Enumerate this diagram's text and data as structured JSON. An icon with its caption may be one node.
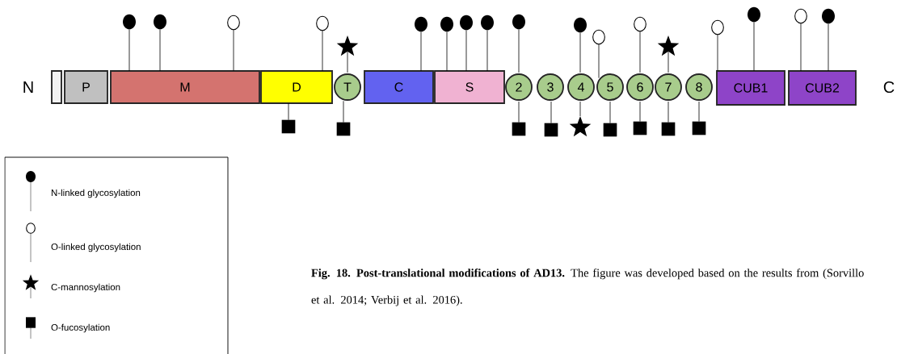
{
  "diagram": {
    "caption": "**Fig. 18. Post-translational modifications of AD13.** The figure was developed based on the results from (Sorvillo et al. 2014; Verbij et al. 2016).",
    "nodes": [
      {
        "text": [],
        "shape": "box"
      },
      {
        "text": [
          "P"
        ]
      },
      {
        "text": [
          "M"
        ]
      },
      {
        "text": [
          "D"
        ]
      },
      {
        "text": [
          "T"
        ]
      },
      {
        "text": [
          "C"
        ]
      },
      {
        "text": [
          "S"
        ]
      },
      {
        "text": [
          "2"
        ]
      },
      {
        "text": [
          "3"
        ]
      },
      {
        "text": [
          "4"
        ]
      },
      {
        "text": [
          "5"
        ]
      },
      {
        "text": [
          "6"
        ]
      },
      {
        "text": [
          "7"
        ]
      },
      {
        "text": [
          "8"
        ]
      },
      {
        "text": [
          "CUB1"
        ]
      },
      {
        "text": [
          "CUB2"
        ]
      },
      {
        "text": [],
        "shape": "dot"
      },
      {
        "text": [],
        "shape": "dot"
      },
      {
        "text": [],
        "shape": "circle"
      },
      {
        "text": [],
        "shape": "circle"
      },
      {
        "text": [],
        "shape": "star"
      },
      {
        "text": [],
        "shape": "dot"
      },
      {
        "text": [],
        "shape": "dot"
      },
      {
        "text": [],
        "shape": "dot"
      },
      {
        "text": [],
        "shape": "dot"
      },
      {
        "text": [],
        "shape": "dot"
      },
      {
        "text": [],
        "shape": "dot"
      },
      {
        "text": [],
        "shape": "circle"
      },
      {
        "text": [],
        "shape": "circle"
      },
      {
        "text": [],
        "shape": "star"
      },
      {
        "text": [],
        "shape": "circle"
      },
      {
        "text": [],
        "shape": "dot"
      },
      {
        "text": [],
        "shape": "circle"
      },
      {
        "text": [],
        "shape": "dot"
      },
      {
        "text": [],
        "shape": "square"
      },
      {
        "text": [],
        "shape": "square"
      },
      {
        "text": [],
        "shape": "square"
      },
      {
        "text": [],
        "shape": "square"
      },
      {
        "text": [],
        "shape": "star"
      },
      {
        "text": [],
        "shape": "square"
      },
      {
        "text": [],
        "shape": "square"
      },
      {
        "text": [],
        "shape": "square"
      },
      {
        "text": [],
        "shape": "square"
      }
    ],
    "edges": [
      {
        "from": 16,
        "to": 2,
        "arrow": "none"
      },
      {
        "from": 17,
        "to": 2,
        "arrow": "none"
      },
      {
        "from": 18,
        "to": 2,
        "arrow": "none"
      },
      {
        "from": 19,
        "to": 3,
        "arrow": "none"
      },
      {
        "from": 20,
        "to": 4,
        "arrow": "none"
      },
      {
        "from": 21,
        "to": 5,
        "arrow": "none"
      },
      {
        "from": 22,
        "to": 6,
        "arrow": "none"
      },
      {
        "from": 23,
        "to": 6,
        "arrow": "none"
      },
      {
        "from": 24,
        "to": 6,
        "arrow": "none"
      },
      {
        "from": 25,
        "to": 7,
        "arrow": "none"
      },
      {
        "from": 26,
        "to": 9,
        "arrow": "none"
      },
      {
        "from": 27,
        "to": 10,
        "arrow": "none"
      },
      {
        "from": 28,
        "to": 11,
        "arrow": "none"
      },
      {
        "from": 29,
        "to": 12,
        "arrow": "none"
      },
      {
        "from": 30,
        "to": 14,
        "arrow": "none"
      },
      {
        "from": 31,
        "to": 14,
        "arrow": "none"
      },
      {
        "from": 32,
        "to": 15,
        "arrow": "none"
      },
      {
        "from": 33,
        "to": 15,
        "arrow": "none"
      },
      {
        "from": 34,
        "to": 3,
        "arrow": "none"
      },
      {
        "from": 35,
        "to": 4,
        "arrow": "none"
      },
      {
        "from": 36,
        "to": 7,
        "arrow": "none"
      },
      {
        "from": 37,
        "to": 8,
        "arrow": "none"
      },
      {
        "from": 38,
        "to": 9,
        "arrow": "none"
      },
      {
        "from": 39,
        "to": 10,
        "arrow": "none"
      },
      {
        "from": 40,
        "to": 11,
        "arrow": "none"
      },
      {
        "from": 41,
        "to": 12,
        "arrow": "none"
      },
      {
        "from": 42,
        "to": 13,
        "arrow": "none"
      }
    ],
    "labels": [
      "N",
      "C"
    ],
    "legend": [
      {
        "text": "N-linked glycosylation"
      },
      {
        "text": "O-linked glycosylation"
      },
      {
        "text": "C-mannosylation"
      },
      {
        "text": "O-fucosylation"
      }
    ]
  }
}
